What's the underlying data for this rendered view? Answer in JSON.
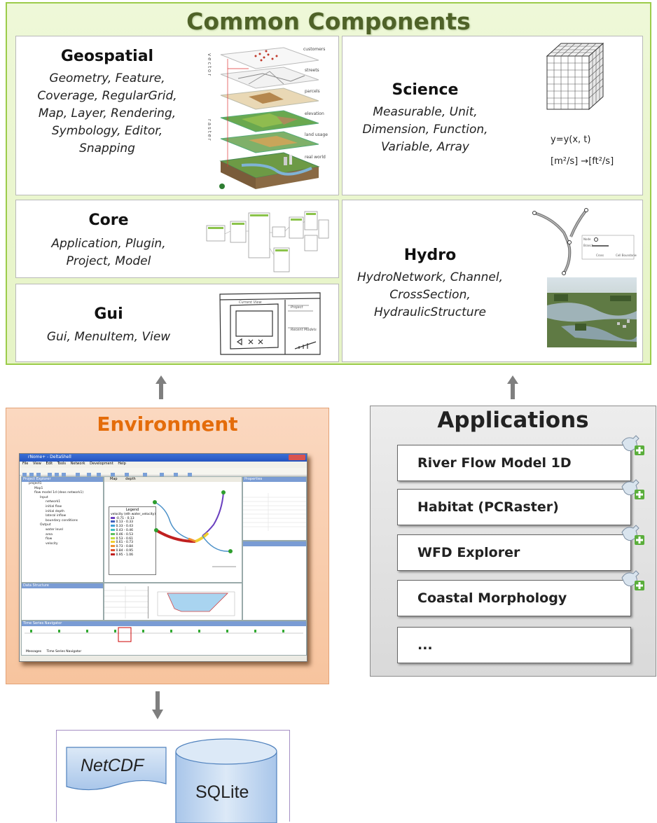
{
  "common_components": {
    "title": "Common Components",
    "geospatial": {
      "title": "Geospatial",
      "lines": [
        "Geometry, Feature,",
        "Coverage, RegularGrid,",
        "Map, Layer, Rendering,",
        "Symbology, Editor,",
        "Snapping"
      ],
      "image_labels": {
        "vector": "vector",
        "raster": "raster",
        "layers": [
          "customers",
          "streets",
          "parcels",
          "elevation",
          "land usage",
          "real world"
        ]
      }
    },
    "science": {
      "title": "Science",
      "lines": [
        "Measurable, Unit,",
        "Dimension, Function,",
        "Variable, Array"
      ],
      "formula": "y=y(x, t)",
      "unit_conversion": "[m²/s] →[ft²/s]"
    },
    "core": {
      "title": "Core",
      "lines": [
        "Application, Plugin,",
        "Project, Model"
      ]
    },
    "hydro": {
      "title": "Hydro",
      "lines": [
        "HydroNetwork, Channel,",
        "CrossSection,",
        "HydraulicStructure"
      ]
    },
    "gui": {
      "title": "Gui",
      "lines": [
        "Gui, MenuItem, View"
      ]
    }
  },
  "environment": {
    "title": "Environment",
    "screenshot": {
      "window_title": "rNome+ - DeltaShell",
      "menu": [
        "File",
        "View",
        "Edit",
        "Tools",
        "Network",
        "Development",
        "Help"
      ],
      "project_explorer": "Project Explorer",
      "tree": [
        "project1",
        "Map1",
        "flow model 1d (deos network1)",
        "Input",
        "network1",
        "initial flow",
        "initial depth",
        "lateral inflow",
        "boundary conditions",
        "Output",
        "water level",
        "area",
        "flow",
        "velocity"
      ],
      "legend_title": "Legend",
      "legend_sub": "velocity (eth water_velocity)",
      "legend_ranges": [
        "-0.71 - 0.13",
        "0.13 - 0.33",
        "0.33 - 0.43",
        "0.43 - 0.46",
        "0.46 - 0.53",
        "0.53 - 0.61",
        "0.61 - 0.73",
        "0.73 - 0.84",
        "0.84 - 0.95",
        "0.95 - 1.06"
      ],
      "tabs": [
        "Map",
        "depth"
      ],
      "properties": "Properties",
      "data_structure": "Data Structure",
      "time_navigator": "Time Series Navigator",
      "status_tabs": [
        "Messages",
        "Time Series Navigator"
      ]
    }
  },
  "applications": {
    "title": "Applications",
    "items": [
      "River Flow Model 1D",
      "Habitat (PCRaster)",
      "WFD Explorer",
      "Coastal Morphology",
      "..."
    ]
  },
  "storage": {
    "netcdf": "NetCDF",
    "sqlite": "SQLite"
  },
  "colors": {
    "cc_border": "#9ccc4a",
    "cc_title": "#4f6228",
    "env_title": "#e46c0a",
    "env_bg": "#f7c49e",
    "apps_bg": "#d9d9d9",
    "storage_fill": "#c5d9f1"
  }
}
